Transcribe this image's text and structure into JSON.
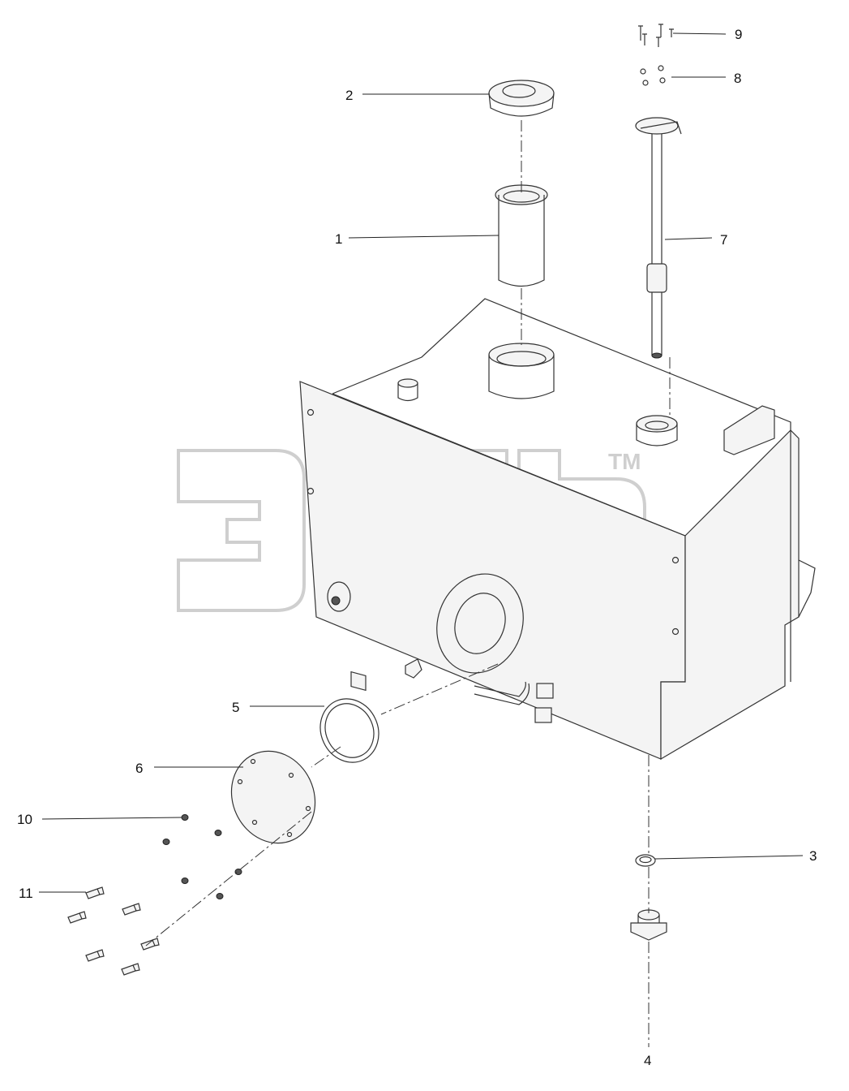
{
  "diagram": {
    "watermark": {
      "trademark": "TM"
    },
    "callouts": [
      {
        "id": "c1",
        "label": "1"
      },
      {
        "id": "c2",
        "label": "2"
      },
      {
        "id": "c3",
        "label": "3"
      },
      {
        "id": "c4",
        "label": "4"
      },
      {
        "id": "c5",
        "label": "5"
      },
      {
        "id": "c6",
        "label": "6"
      },
      {
        "id": "c7",
        "label": "7"
      },
      {
        "id": "c8",
        "label": "8"
      },
      {
        "id": "c9",
        "label": "9"
      },
      {
        "id": "c10",
        "label": "10"
      },
      {
        "id": "c11",
        "label": "11"
      }
    ]
  }
}
